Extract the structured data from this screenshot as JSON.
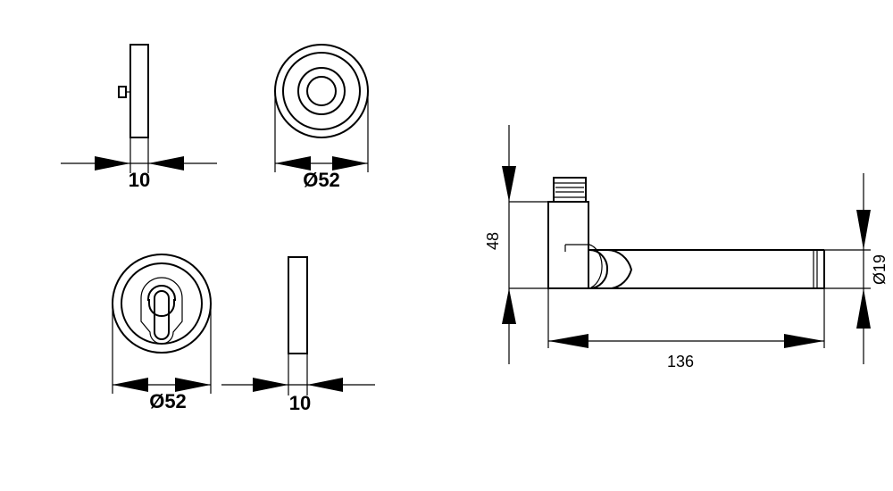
{
  "labels": {
    "rose_thickness": "10",
    "rose_diameter": "Ø52",
    "escutcheon_diameter": "Ø52",
    "escutcheon_thickness": "10",
    "handle_height": "48",
    "handle_length": "136",
    "lever_diameter": "Ø19"
  }
}
